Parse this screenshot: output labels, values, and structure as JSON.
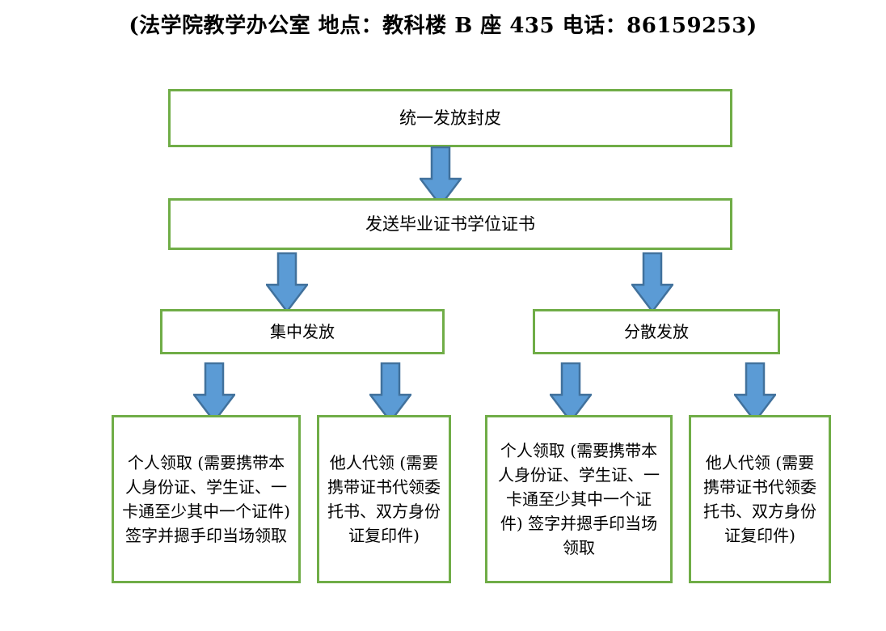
{
  "title": "(法学院教学办公室 地点：教科楼 B 座 435 电话：86159253)",
  "colors": {
    "box_border": "#70AD47",
    "box_fill": "#FFFFFF",
    "arrow_fill": "#5B9BD5",
    "arrow_border": "#41719C",
    "text": "#000000"
  },
  "flowchart": {
    "type": "flowchart",
    "orientation": "top-down",
    "levels": [
      {
        "level": 1,
        "nodes": [
          {
            "id": "n1",
            "label": "统一发放封皮"
          }
        ]
      },
      {
        "level": 2,
        "nodes": [
          {
            "id": "n2",
            "label": "发送毕业证书学位证书"
          }
        ]
      },
      {
        "level": 3,
        "nodes": [
          {
            "id": "n3",
            "label": "集中发放"
          },
          {
            "id": "n4",
            "label": "分散发放"
          }
        ]
      },
      {
        "level": 4,
        "nodes": [
          {
            "id": "n5",
            "label": "个人领取 (需要携带本人身份证、学生证、一卡通至少其中一个证件) 签字并摁手印当场领取"
          },
          {
            "id": "n6",
            "label": "他人代领 (需要携带证书代领委托书、双方身份证复印件)"
          },
          {
            "id": "n7",
            "label": "个人领取 (需要携带本人身份证、学生证、一卡通至少其中一个证件) 签字并摁手印当场领取"
          },
          {
            "id": "n8",
            "label": "他人代领 (需要携带证书代领委托书、双方身份证复印件)"
          }
        ]
      }
    ],
    "edges": [
      {
        "from": "n1",
        "to": "n2"
      },
      {
        "from": "n2",
        "to": "n3"
      },
      {
        "from": "n2",
        "to": "n4"
      },
      {
        "from": "n3",
        "to": "n5"
      },
      {
        "from": "n3",
        "to": "n6"
      },
      {
        "from": "n4",
        "to": "n7"
      },
      {
        "from": "n4",
        "to": "n8"
      }
    ]
  }
}
